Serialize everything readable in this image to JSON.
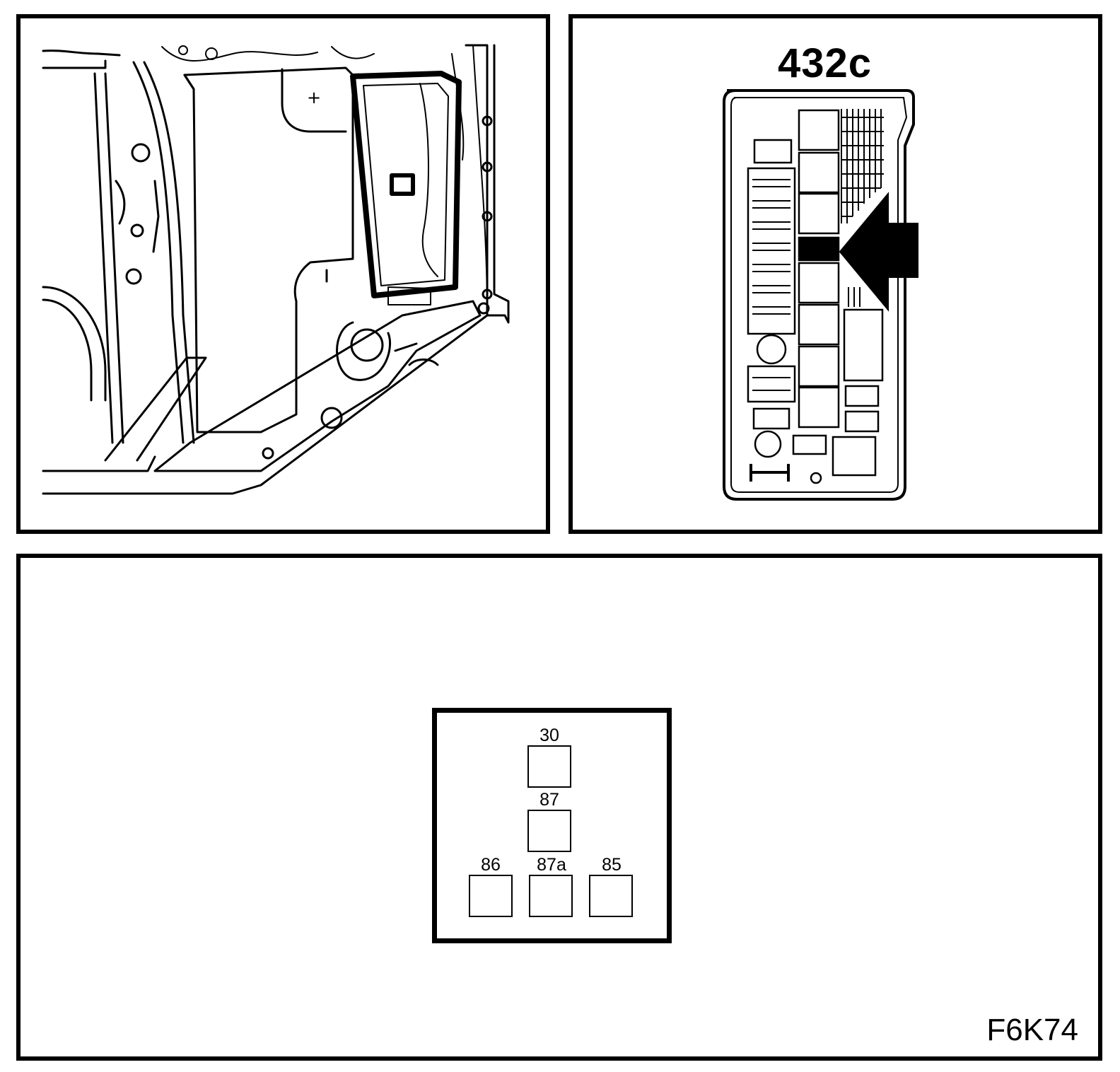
{
  "fusebox": {
    "label": "432c"
  },
  "relay": {
    "pins": [
      {
        "id": "30",
        "label": "30"
      },
      {
        "id": "87",
        "label": "87"
      },
      {
        "id": "86",
        "label": "86"
      },
      {
        "id": "87a",
        "label": "87a"
      },
      {
        "id": "85",
        "label": "85"
      }
    ]
  },
  "figure": {
    "code": "F6K74"
  },
  "colors": {
    "line": "#000000",
    "background": "#ffffff"
  }
}
